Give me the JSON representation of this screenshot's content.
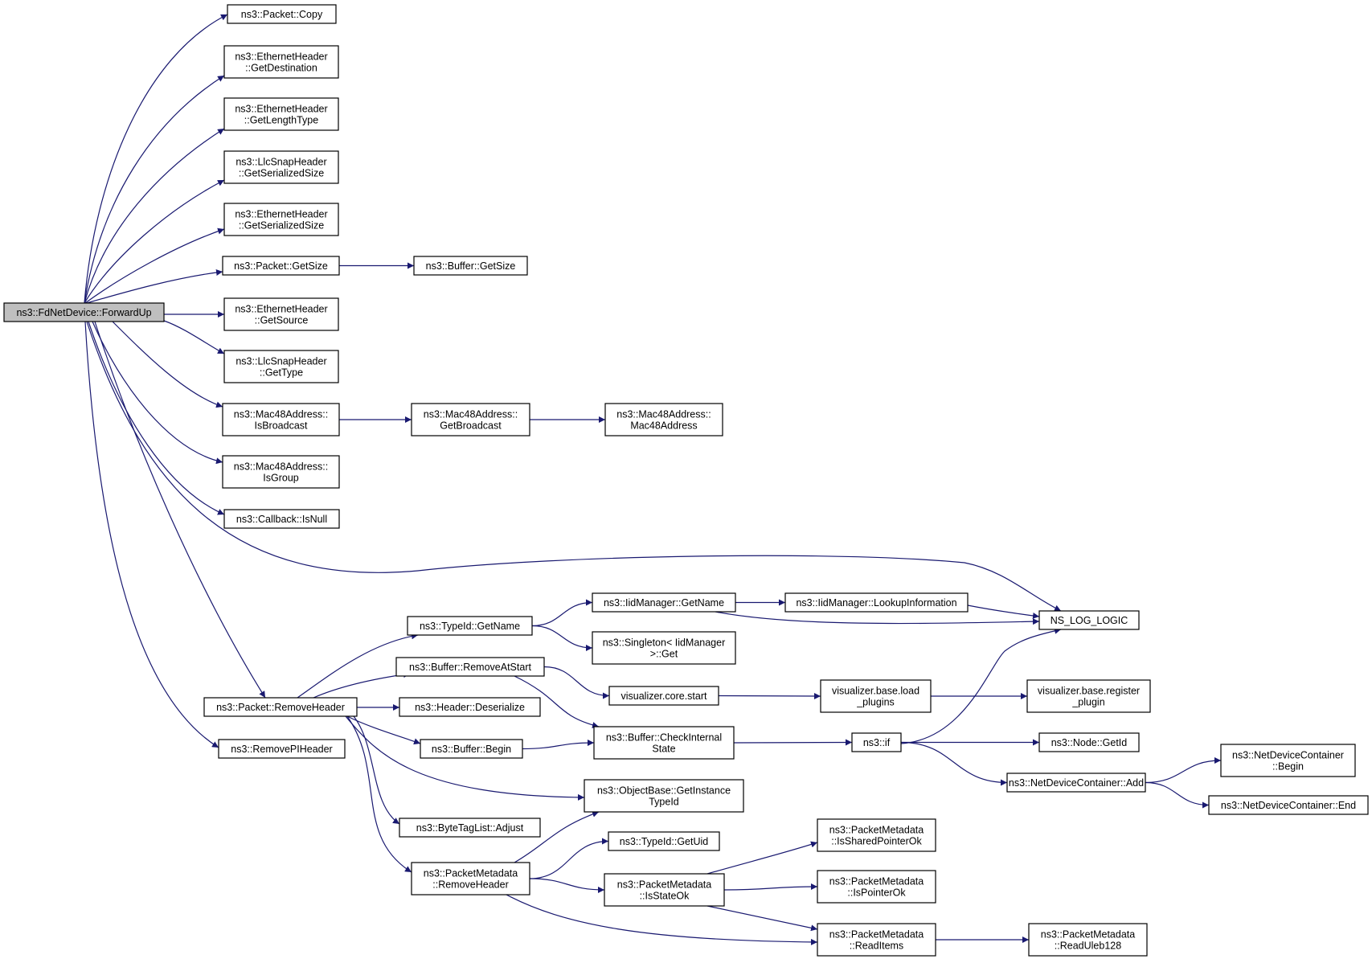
{
  "diagram": {
    "root": "forwardup",
    "nodes": [
      {
        "id": "forwardup",
        "lines": [
          "ns3::FdNetDevice::ForwardUp"
        ]
      },
      {
        "id": "packet_copy",
        "lines": [
          "ns3::Packet::Copy"
        ]
      },
      {
        "id": "eth_getdest",
        "lines": [
          "ns3::EthernetHeader",
          "::GetDestination"
        ]
      },
      {
        "id": "eth_getlentype",
        "lines": [
          "ns3::EthernetHeader",
          "::GetLengthType"
        ]
      },
      {
        "id": "llc_getsersize",
        "lines": [
          "ns3::LlcSnapHeader",
          "::GetSerializedSize"
        ]
      },
      {
        "id": "eth_getsersize",
        "lines": [
          "ns3::EthernetHeader",
          "::GetSerializedSize"
        ]
      },
      {
        "id": "packet_getsize",
        "lines": [
          "ns3::Packet::GetSize"
        ]
      },
      {
        "id": "buffer_getsize",
        "lines": [
          "ns3::Buffer::GetSize"
        ]
      },
      {
        "id": "eth_getsource",
        "lines": [
          "ns3::EthernetHeader",
          "::GetSource"
        ]
      },
      {
        "id": "llc_gettype",
        "lines": [
          "ns3::LlcSnapHeader",
          "::GetType"
        ]
      },
      {
        "id": "mac_isbroadcast",
        "lines": [
          "ns3::Mac48Address::",
          "IsBroadcast"
        ]
      },
      {
        "id": "mac_getbroadcast",
        "lines": [
          "ns3::Mac48Address::",
          "GetBroadcast"
        ]
      },
      {
        "id": "mac_ctor",
        "lines": [
          "ns3::Mac48Address::",
          "Mac48Address"
        ]
      },
      {
        "id": "mac_isgroup",
        "lines": [
          "ns3::Mac48Address::",
          "IsGroup"
        ]
      },
      {
        "id": "callback_isnull",
        "lines": [
          "ns3::Callback::IsNull"
        ]
      },
      {
        "id": "ns_log_logic",
        "lines": [
          "NS_LOG_LOGIC"
        ]
      },
      {
        "id": "iid_getname",
        "lines": [
          "ns3::IidManager::GetName"
        ]
      },
      {
        "id": "iid_lookup",
        "lines": [
          "ns3::IidManager::LookupInformation"
        ]
      },
      {
        "id": "typeid_getname",
        "lines": [
          "ns3::TypeId::GetName"
        ]
      },
      {
        "id": "singleton_get",
        "lines": [
          "ns3::Singleton< IidManager",
          " >::Get"
        ]
      },
      {
        "id": "buffer_removeatstart",
        "lines": [
          "ns3::Buffer::RemoveAtStart"
        ]
      },
      {
        "id": "vis_core_start",
        "lines": [
          "visualizer.core.start"
        ]
      },
      {
        "id": "vis_load_plugins",
        "lines": [
          "visualizer.base.load",
          "_plugins"
        ]
      },
      {
        "id": "vis_register_plugin",
        "lines": [
          "visualizer.base.register",
          "_plugin"
        ]
      },
      {
        "id": "packet_removeheader",
        "lines": [
          "ns3::Packet::RemoveHeader"
        ]
      },
      {
        "id": "header_deserialize",
        "lines": [
          "ns3::Header::Deserialize"
        ]
      },
      {
        "id": "buffer_begin",
        "lines": [
          "ns3::Buffer::Begin"
        ]
      },
      {
        "id": "buffer_checkinternal",
        "lines": [
          "ns3::Buffer::CheckInternal",
          "State"
        ]
      },
      {
        "id": "ns3_if",
        "lines": [
          "ns3::if"
        ]
      },
      {
        "id": "node_getid",
        "lines": [
          "ns3::Node::GetId"
        ]
      },
      {
        "id": "removepiheader",
        "lines": [
          "ns3::RemovePIHeader"
        ]
      },
      {
        "id": "objectbase_getinstance",
        "lines": [
          "ns3::ObjectBase::GetInstance",
          "TypeId"
        ]
      },
      {
        "id": "ndc_add",
        "lines": [
          "ns3::NetDeviceContainer::Add"
        ]
      },
      {
        "id": "ndc_begin",
        "lines": [
          "ns3::NetDeviceContainer",
          "::Begin"
        ]
      },
      {
        "id": "ndc_end",
        "lines": [
          "ns3::NetDeviceContainer::End"
        ]
      },
      {
        "id": "bytetaglist_adjust",
        "lines": [
          "ns3::ByteTagList::Adjust"
        ]
      },
      {
        "id": "typeid_getuid",
        "lines": [
          "ns3::TypeId::GetUid"
        ]
      },
      {
        "id": "pm_removeheader",
        "lines": [
          "ns3::PacketMetadata",
          "::RemoveHeader"
        ]
      },
      {
        "id": "pm_isstateok",
        "lines": [
          "ns3::PacketMetadata",
          "::IsStateOk"
        ]
      },
      {
        "id": "pm_issharedptrok",
        "lines": [
          "ns3::PacketMetadata",
          "::IsSharedPointerOk"
        ]
      },
      {
        "id": "pm_ispointerok",
        "lines": [
          "ns3::PacketMetadata",
          "::IsPointerOk"
        ]
      },
      {
        "id": "pm_readitems",
        "lines": [
          "ns3::PacketMetadata",
          "::ReadItems"
        ]
      },
      {
        "id": "pm_readuleb128",
        "lines": [
          "ns3::PacketMetadata",
          "::ReadUleb128"
        ]
      }
    ],
    "edges": [
      [
        "forwardup",
        "packet_copy"
      ],
      [
        "forwardup",
        "eth_getdest"
      ],
      [
        "forwardup",
        "eth_getlentype"
      ],
      [
        "forwardup",
        "llc_getsersize"
      ],
      [
        "forwardup",
        "eth_getsersize"
      ],
      [
        "forwardup",
        "packet_getsize"
      ],
      [
        "forwardup",
        "eth_getsource"
      ],
      [
        "forwardup",
        "llc_gettype"
      ],
      [
        "forwardup",
        "mac_isbroadcast"
      ],
      [
        "forwardup",
        "mac_isgroup"
      ],
      [
        "forwardup",
        "callback_isnull"
      ],
      [
        "forwardup",
        "ns_log_logic"
      ],
      [
        "forwardup",
        "packet_removeheader"
      ],
      [
        "forwardup",
        "removepiheader"
      ],
      [
        "packet_getsize",
        "buffer_getsize"
      ],
      [
        "mac_isbroadcast",
        "mac_getbroadcast"
      ],
      [
        "mac_getbroadcast",
        "mac_ctor"
      ],
      [
        "packet_removeheader",
        "typeid_getname"
      ],
      [
        "packet_removeheader",
        "buffer_removeatstart"
      ],
      [
        "packet_removeheader",
        "header_deserialize"
      ],
      [
        "packet_removeheader",
        "buffer_begin"
      ],
      [
        "packet_removeheader",
        "objectbase_getinstance"
      ],
      [
        "packet_removeheader",
        "bytetaglist_adjust"
      ],
      [
        "packet_removeheader",
        "pm_removeheader"
      ],
      [
        "typeid_getname",
        "iid_getname"
      ],
      [
        "typeid_getname",
        "singleton_get"
      ],
      [
        "iid_getname",
        "iid_lookup"
      ],
      [
        "iid_getname",
        "ns_log_logic"
      ],
      [
        "iid_lookup",
        "ns_log_logic"
      ],
      [
        "buffer_removeatstart",
        "vis_core_start"
      ],
      [
        "buffer_removeatstart",
        "buffer_checkinternal"
      ],
      [
        "vis_core_start",
        "vis_load_plugins"
      ],
      [
        "vis_load_plugins",
        "vis_register_plugin"
      ],
      [
        "buffer_begin",
        "buffer_checkinternal"
      ],
      [
        "buffer_checkinternal",
        "ns3_if"
      ],
      [
        "ns3_if",
        "ns_log_logic"
      ],
      [
        "ns3_if",
        "node_getid"
      ],
      [
        "ns3_if",
        "ndc_add"
      ],
      [
        "ndc_add",
        "ndc_begin"
      ],
      [
        "ndc_add",
        "ndc_end"
      ],
      [
        "pm_removeheader",
        "objectbase_getinstance"
      ],
      [
        "pm_removeheader",
        "typeid_getuid"
      ],
      [
        "pm_removeheader",
        "pm_isstateok"
      ],
      [
        "pm_removeheader",
        "pm_readitems"
      ],
      [
        "pm_isstateok",
        "pm_issharedptrok"
      ],
      [
        "pm_isstateok",
        "pm_ispointerok"
      ],
      [
        "pm_isstateok",
        "pm_readitems"
      ],
      [
        "pm_readitems",
        "pm_readuleb128"
      ]
    ]
  }
}
